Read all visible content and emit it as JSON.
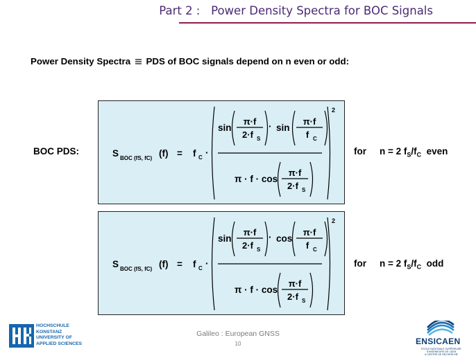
{
  "header": {
    "title": "Part 2 :   Power Density Spectra for BOC Signals",
    "accent": "#4b2a73",
    "rule_color": "#8c1e4f"
  },
  "intro": {
    "before": "Power Density Spectra",
    "after": "PDS of BOC signals depend on n even or odd:"
  },
  "boc_label": "BOC PDS:",
  "formulas": [
    {
      "S": "S",
      "sub": "BOC (f",
      "sub_s": "S",
      "sub_mid": ", f",
      "sub_c": "C",
      "sub_end": ")",
      "arg": "(f)",
      "eq": "=",
      "fc": "f",
      "fc_sub": "C",
      "dot": "·",
      "exp": "2",
      "func1": "sin",
      "func2": "sin",
      "func3": "cos",
      "pi_f": "π·f",
      "two_fs": "2·f",
      "fs_sub": "S",
      "f_c": "f",
      "fc_sub2": "C",
      "den_prefix": "π · f · cos",
      "for_word": "for",
      "condition": {
        "pre": "n = 2 f",
        "s": "S",
        "mid": "/f",
        "c": "C",
        "post": "  even"
      }
    },
    {
      "S": "S",
      "sub": "BOC (f",
      "sub_s": "S",
      "sub_mid": ", f",
      "sub_c": "C",
      "sub_end": ")",
      "arg": "(f)",
      "eq": "=",
      "fc": "f",
      "fc_sub": "C",
      "dot": "·",
      "exp": "2",
      "func1": "sin",
      "func2": "cos",
      "func3": "cos",
      "pi_f": "π·f",
      "two_fs": "2·f",
      "fs_sub": "S",
      "f_c": "f",
      "fc_sub2": "C",
      "den_prefix": "π · f · cos",
      "for_word": "for",
      "condition": {
        "pre": "n = 2 f",
        "s": "S",
        "mid": "/f",
        "c": "C",
        "post": "  odd"
      }
    }
  ],
  "box_color": "#d9eef5",
  "footer": {
    "title": "Galileo : European GNSS",
    "page": "10"
  },
  "hs_logo": {
    "lines": [
      "HOCHSCHULE",
      "KONSTANZ",
      "UNIVERSITY OF",
      "APPLIED SCIENCES"
    ],
    "color": "#1566ad"
  },
  "ensicaen": {
    "name": "ENSICAEN",
    "sub1": "ÉCOLE NATIONALE SUPÉRIEURE D'INGÉNIEURS DE CAEN",
    "sub2": "& CENTRE DE RECHERCHE",
    "color": "#0b3d75"
  }
}
